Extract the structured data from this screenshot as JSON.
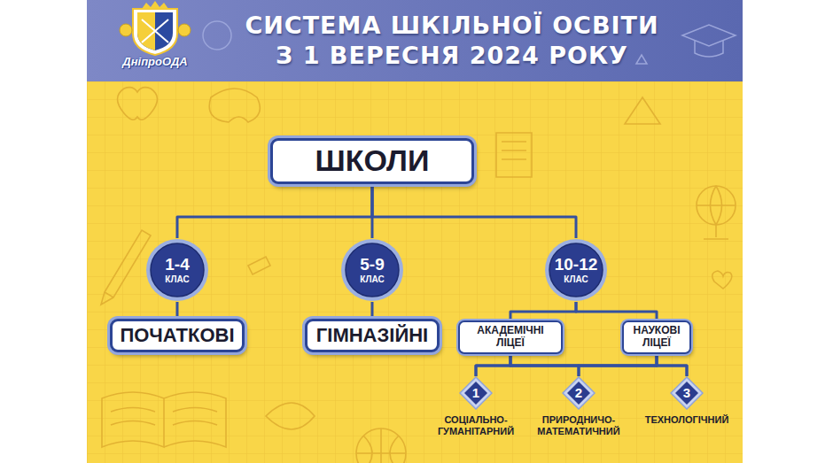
{
  "diagram": {
    "title": "СИСТЕМА ШКІЛЬНОЇ ОСВІТИ З 1 ВЕРЕСНЯ 2024 РОКУ",
    "nodes": [
      {
        "text": [
          "ШКОЛИ"
        ]
      },
      {
        "text": [
          "1-4",
          "КЛАС"
        ]
      },
      {
        "text": [
          "5-9",
          "КЛАС"
        ]
      },
      {
        "text": [
          "10-12",
          "КЛАС"
        ]
      },
      {
        "text": [
          "ПОЧАТКОВІ"
        ]
      },
      {
        "text": [
          "ГІМНАЗІЙНІ"
        ]
      },
      {
        "text": [
          "АКАДЕМІЧНІ ЛІЦЕЇ"
        ]
      },
      {
        "text": [
          "НАУКОВІ ЛІЦЕЇ"
        ]
      },
      {
        "text": [
          "1",
          "СОЦІАЛЬНО- ГУМАНІТАРНИЙ"
        ]
      },
      {
        "text": [
          "2",
          "ПРИРОДНИЧО- МАТЕМАТИЧНИЙ"
        ]
      },
      {
        "text": [
          "3",
          "ТЕХНОЛОГІЧНИЙ"
        ]
      }
    ],
    "edges": [
      {
        "from": 0,
        "to": 1,
        "arrow": "none"
      },
      {
        "from": 0,
        "to": 2,
        "arrow": "none"
      },
      {
        "from": 0,
        "to": 3,
        "arrow": "none"
      },
      {
        "from": 1,
        "to": 4,
        "arrow": "none"
      },
      {
        "from": 2,
        "to": 5,
        "arrow": "none"
      },
      {
        "from": 3,
        "to": 6,
        "arrow": "none"
      },
      {
        "from": 3,
        "to": 7,
        "arrow": "none"
      },
      {
        "from": 6,
        "to": 8,
        "arrow": "none"
      },
      {
        "from": 6,
        "to": 9,
        "arrow": "none"
      },
      {
        "from": 6,
        "to": 10,
        "arrow": "none"
      },
      {
        "from": 7,
        "to": 8,
        "arrow": "none"
      },
      {
        "from": 7,
        "to": 9,
        "arrow": "none"
      },
      {
        "from": 7,
        "to": 10,
        "arrow": "none"
      }
    ],
    "labels": [
      "ДніпроОДА"
    ]
  }
}
